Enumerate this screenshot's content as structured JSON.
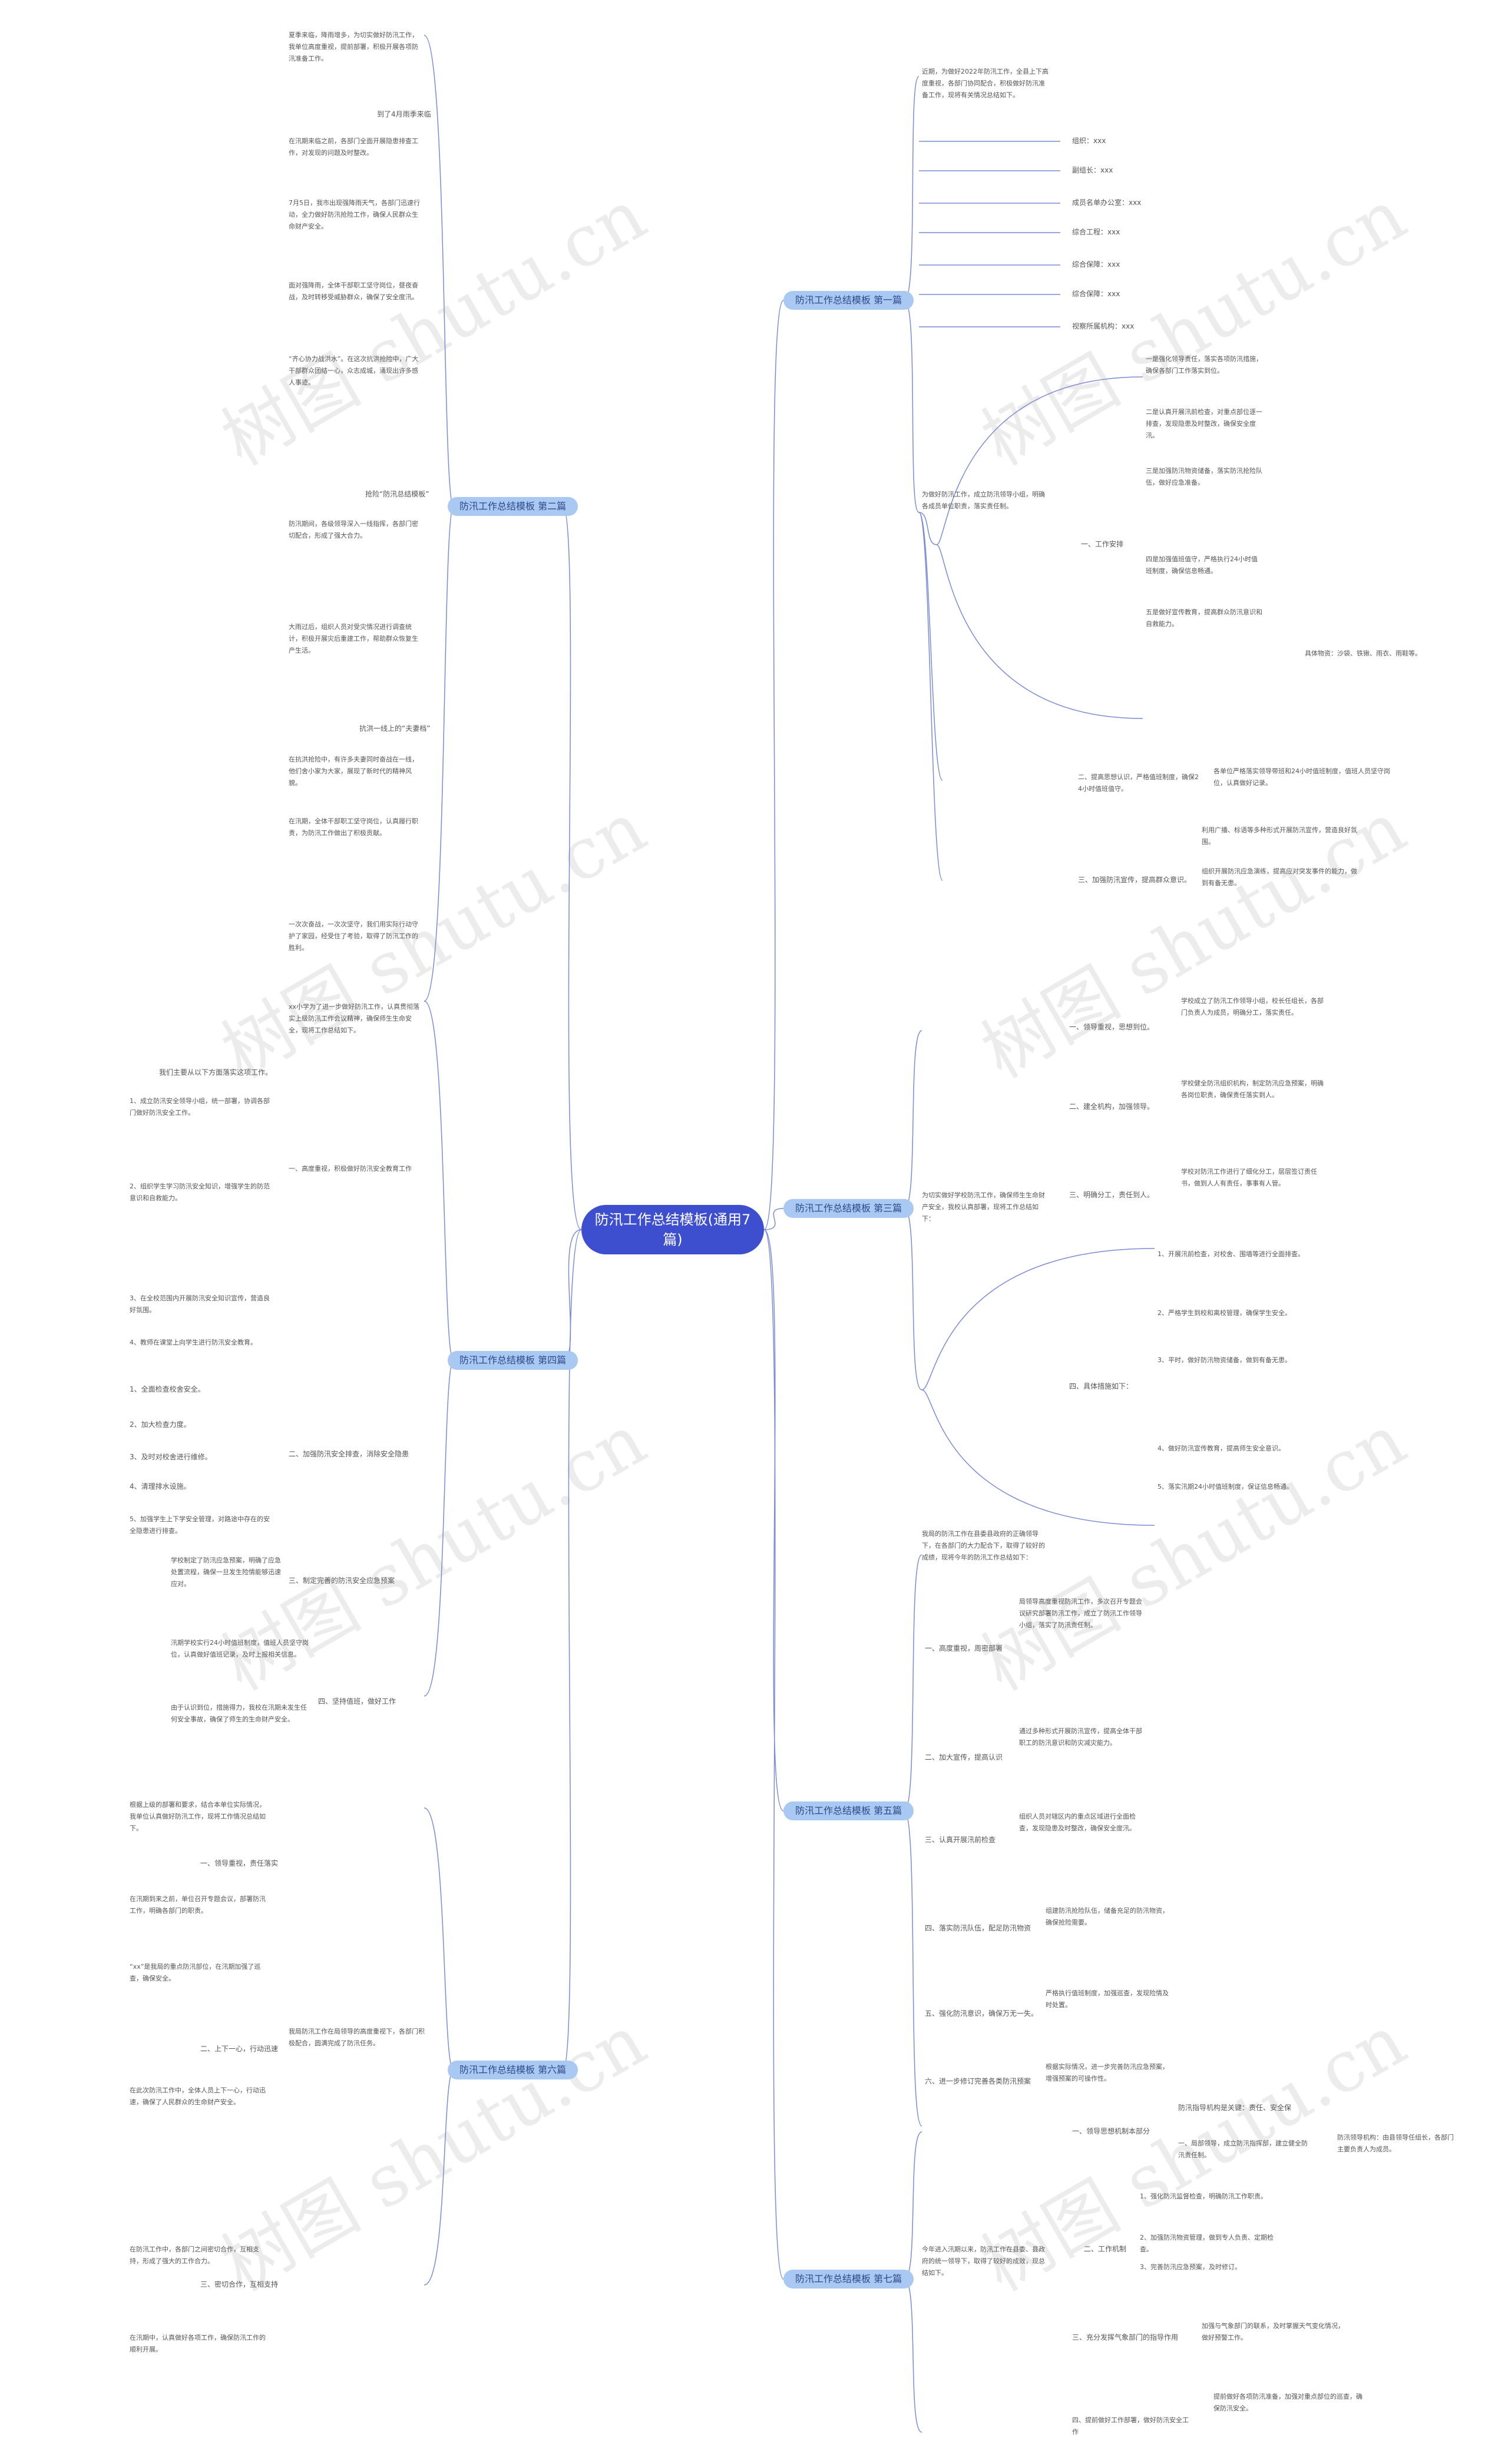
{
  "root": "防汛工作总结模板(通用7篇)",
  "branches": {
    "b1": "防汛工作总结模板 第一篇",
    "b2": "防汛工作总结模板 第二篇",
    "b3": "防汛工作总结模板 第三篇",
    "b4": "防汛工作总结模板 第四篇",
    "b5": "防汛工作总结模板 第五篇",
    "b6": "防汛工作总结模板 第六篇",
    "b7": "防汛工作总结模板 第七篇"
  },
  "b1": {
    "intro": "近期，为做好2022年防汛工作，全县上下高度重视，各部门协同配合，积极做好防汛准备工作，现将有关情况总结如下。",
    "items": [
      "组织：xxx",
      "副组长：xxx",
      "成员名单办公室：xxx",
      "综合工程：xxx",
      "综合保障：xxx",
      "综合保障：xxx",
      "视察所属机构：xxx"
    ],
    "mid": "为做好防汛工作，成立防汛领导小组，明确各成员单位职责，落实责任制。",
    "work_label": "一、工作安排",
    "work_items": [
      "一是强化领导责任，落实各项防汛措施，确保各部门工作落实到位。",
      "二是认真开展汛前检查，对重点部位逐一排查，发现隐患及时整改，确保安全度汛。",
      "三是加强防汛物资储备，落实防汛抢险队伍，做好应急准备。",
      "四是加强值班值守，严格执行24小时值班制度，确保信息畅通。",
      "五是做好宣传教育，提高群众防汛意识和自救能力。"
    ],
    "note1": "具体物资：沙袋、铁锹、雨衣、雨鞋等。",
    "sec2": "二、提高思想认识，严格值班制度，确保24小时值班值守。",
    "sec2_text": "各单位严格落实领导带班和24小时值班制度，值班人员坚守岗位，认真做好记录。",
    "sec3": "三、加强防汛宣传，提高群众意识。",
    "sec3_items": [
      "利用广播、标语等多种形式开展防汛宣传，营造良好氛围。",
      "组织开展防汛应急演练，提高应对突发事件的能力，做到有备无患。"
    ]
  },
  "b2": {
    "p1": "夏季来临，降雨增多，为切实做好防汛工作，我单位高度重视，提前部署，积极开展各项防汛准备工作。",
    "s1": "到了4月雨季来临",
    "p2": "在汛期来临之前，各部门全面开展隐患排查工作，对发现的问题及时整改。",
    "p3": "7月5日，我市出现强降雨天气，各部门迅速行动，全力做好防汛抢险工作，确保人民群众生命财产安全。",
    "p4": "面对强降雨，全体干部职工坚守岗位，昼夜奋战，及时转移受威胁群众，确保了安全度汛。",
    "p5": "“齐心协力战洪水”。在这次抗洪抢险中，广大干部群众团结一心，众志成城，涌现出许多感人事迹。",
    "s2": "抢险“防汛总结模板”",
    "p6": "防汛期间，各级领导深入一线指挥，各部门密切配合，形成了强大合力。",
    "p7": "大雨过后，组织人员对受灾情况进行调查统计，积极开展灾后重建工作，帮助群众恢复生产生活。",
    "s3": "抗洪一线上的“夫妻档”",
    "p8": "在抗洪抢险中，有许多夫妻同时奋战在一线，他们舍小家为大家，展现了新时代的精神风貌。",
    "p9": "在汛期，全体干部职工坚守岗位，认真履行职责，为防汛工作做出了积极贡献。",
    "p10": "一次次奋战，一次次坚守，我们用实际行动守护了家园，经受住了考验，取得了防汛工作的胜利。"
  },
  "b3": {
    "intro": "为切实做好学校防汛工作，确保师生生命财产安全，我校认真部署，现将工作总结如下：",
    "items": [
      {
        "label": "一、领导重视，思想到位。",
        "text": "学校成立了防汛工作领导小组，校长任组长，各部门负责人为成员，明确分工，落实责任。"
      },
      {
        "label": "二、建全机构，加强领导。",
        "text": "学校健全防汛组织机构，制定防汛应急预案，明确各岗位职责，确保责任落实到人。"
      },
      {
        "label": "三、明确分工，责任到人。",
        "text": "学校对防汛工作进行了细化分工，层层签订责任书，做到人人有责任，事事有人管。"
      },
      {
        "label": "四、具体措施如下：",
        "text": ""
      }
    ],
    "measures": [
      "1、开展汛前检查，对校舍、围墙等进行全面排查。",
      "2、严格学生到校和离校管理，确保学生安全。",
      "3、平时，做好防汛物资储备，做到有备无患。",
      "4、做好防汛宣传教育，提高师生安全意识。",
      "5、落实汛期24小时值班制度，保证信息畅通。"
    ]
  },
  "b4": {
    "intro": "xx小学为了进一步做好防汛工作，认真贯彻落实上级防汛工作会议精神，确保师生生命安全，现将工作总结如下。",
    "s0": "我们主要从以下方面落实这项工作。",
    "sec1": "一、高度重视，积极做好防汛安全教育工作",
    "items1": [
      "1、成立防汛安全领导小组，统一部署，协调各部门做好防汛安全工作。",
      "2、组织学生学习防汛安全知识，增强学生的防范意识和自救能力。",
      "3、在全校范围内开展防汛安全知识宣传，营造良好氛围。",
      "4、教师在课堂上向学生进行防汛安全教育。"
    ],
    "sec2": "二、加强防汛安全排查，消除安全隐患",
    "items2": [
      "1、全面检查校舍安全。",
      "2、加大检查力度。",
      "3、及时对校舍进行维修。",
      "4、清理排水设施。"
    ],
    "items2b": "5、加强学生上下学安全管理，对路途中存在的安全隐患进行排查。",
    "sec3": "三、制定完善的防汛安全应急预案",
    "sec3_text": "学校制定了防汛应急预案，明确了应急处置流程，确保一旦发生险情能够迅速应对。",
    "sec4": "四、坚持值班，做好工作",
    "sec4_text": "汛期学校实行24小时值班制度，值班人员坚守岗位，认真做好值班记录，及时上报相关信息。",
    "sec4_text2": "由于认识到位，措施得力，我校在汛期未发生任何安全事故，确保了师生的生命财产安全。"
  },
  "b5": {
    "intro": "我局的防汛工作在县委县政府的正确领导下，在各部门的大力配合下，取得了较好的成绩，现将今年的防汛工作总结如下：",
    "items": [
      {
        "label": "一、高度重视，周密部署",
        "text": "局领导高度重视防汛工作，多次召开专题会议研究部署防汛工作，成立了防汛工作领导小组，落实了防汛责任制。"
      },
      {
        "label": "二、加大宣传，提高认识",
        "text": "通过多种形式开展防汛宣传，提高全体干部职工的防汛意识和防灾减灾能力。"
      },
      {
        "label": "三、认真开展汛前检查",
        "text": "组织人员对辖区内的重点区域进行全面检查，发现隐患及时整改，确保安全度汛。"
      },
      {
        "label": "四、落实防汛队伍，配足防汛物资",
        "text": "组建防汛抢险队伍，储备充足的防汛物资，确保抢险需要。"
      },
      {
        "label": "五、强化防汛意识，确保万无一失。",
        "text": "严格执行值班制度，加强巡查，发现险情及时处置。"
      },
      {
        "label": "六、进一步修订完善各类防汛预案",
        "text": "根据实际情况，进一步完善防汛应急预案，增强预案的可操作性。"
      }
    ]
  },
  "b6": {
    "intro": "根据上级的部署和要求，结合本单位实际情况，我单位认真做好防汛工作，现将工作情况总结如下。",
    "sec1": "一、领导重视，责任落实",
    "p1": "在汛期到来之前，单位召开专题会议，部署防汛工作，明确各部门的职责。",
    "p2": "“xx”是我局的重点防汛部位，在汛期加强了巡查，确保安全。",
    "p3": "我局防汛工作在局领导的高度重视下，各部门积极配合，圆满完成了防汛任务。",
    "sec2": "二、上下一心，行动迅速",
    "p4": "在此次防汛工作中，全体人员上下一心，行动迅速，确保了人民群众的生命财产安全。",
    "sec3": "三、密切合作，互相支持",
    "p5": "在防汛工作中，各部门之间密切合作，互相支持，形成了强大的工作合力。",
    "p6": "在汛期中，认真做好各项工作，确保防汛工作的顺利开展。"
  },
  "b7": {
    "intro": "今年进入汛期以来，防汛工作在县委、县政府的统一领导下，取得了较好的成效，现总结如下。",
    "sec1": "一、领导思想机制本部分",
    "sec1a": "防汛指导机构是关键：责任、安全保",
    "sec1b": "一、局部领导，成立防汛指挥部，建立健全防汛责任制。",
    "sec1b_text": "防汛领导机构：由县领导任组长，各部门主要负责人为成员。",
    "sec2": "二、工作机制",
    "sec2_items": [
      "1、强化防汛监督检查，明确防汛工作职责。",
      "2、加强防汛物资管理，做到专人负责、定期检查。",
      "3、完善防汛应急预案，及时修订。"
    ],
    "sec3": "三、充分发挥气象部门的指导作用",
    "sec3_text": "加强与气象部门的联系，及时掌握天气变化情况，做好预警工作。",
    "sec4": "四、提前做好工作部署，做好防汛安全工作",
    "sec4_text": "提前做好各项防汛准备，加强对重点部位的巡查，确保防汛安全。"
  },
  "watermark": "树图 shutu.cn"
}
